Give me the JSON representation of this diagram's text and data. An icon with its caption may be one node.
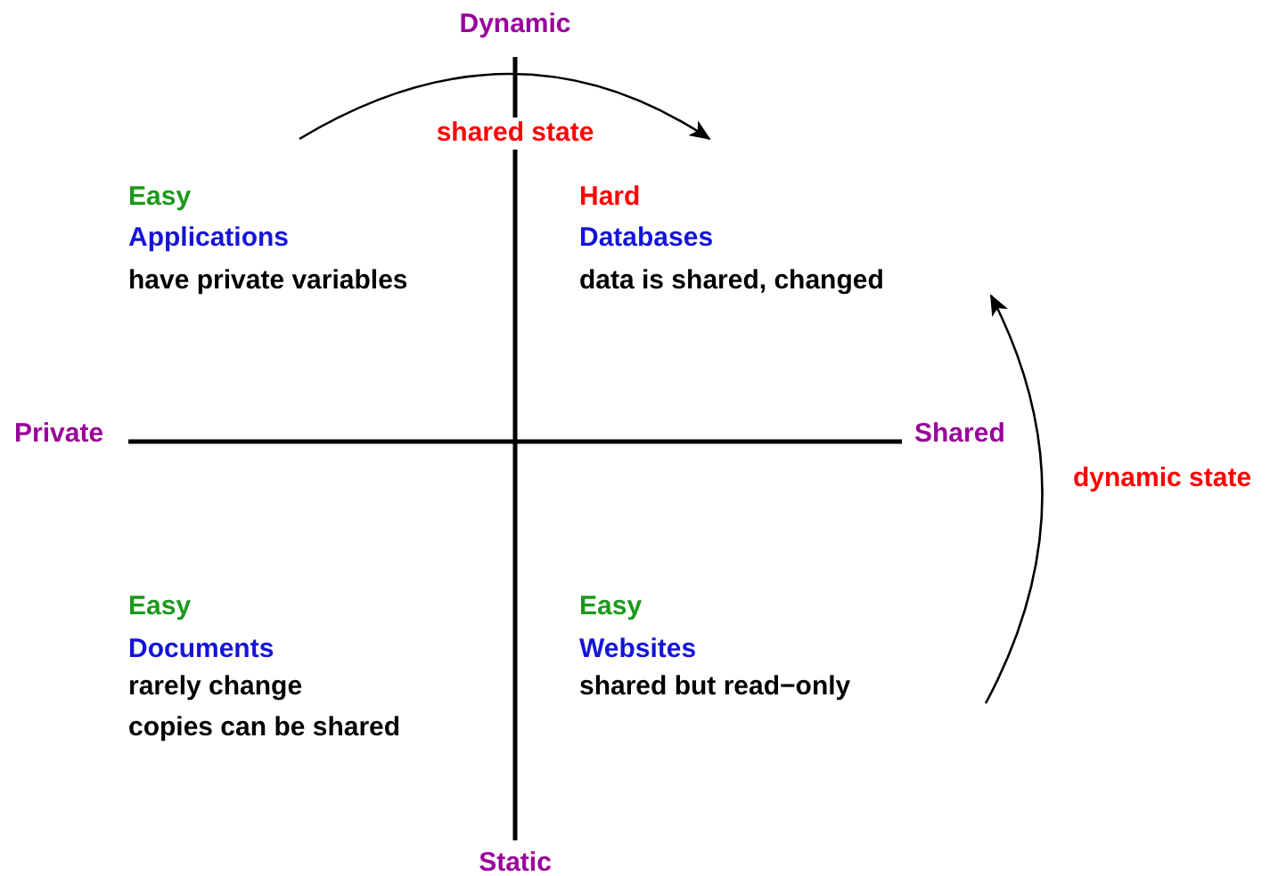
{
  "diagram": {
    "labels": [
      "Dynamic",
      "shared state",
      "Easy",
      "Applications",
      "have private variables",
      "Hard",
      "Databases",
      "data is shared, changed",
      "Private",
      "Shared",
      "dynamic state",
      "Easy",
      "Documents",
      "rarely change",
      "copies can be shared",
      "Easy",
      "Websites",
      "shared but read−only",
      "Static"
    ]
  }
}
